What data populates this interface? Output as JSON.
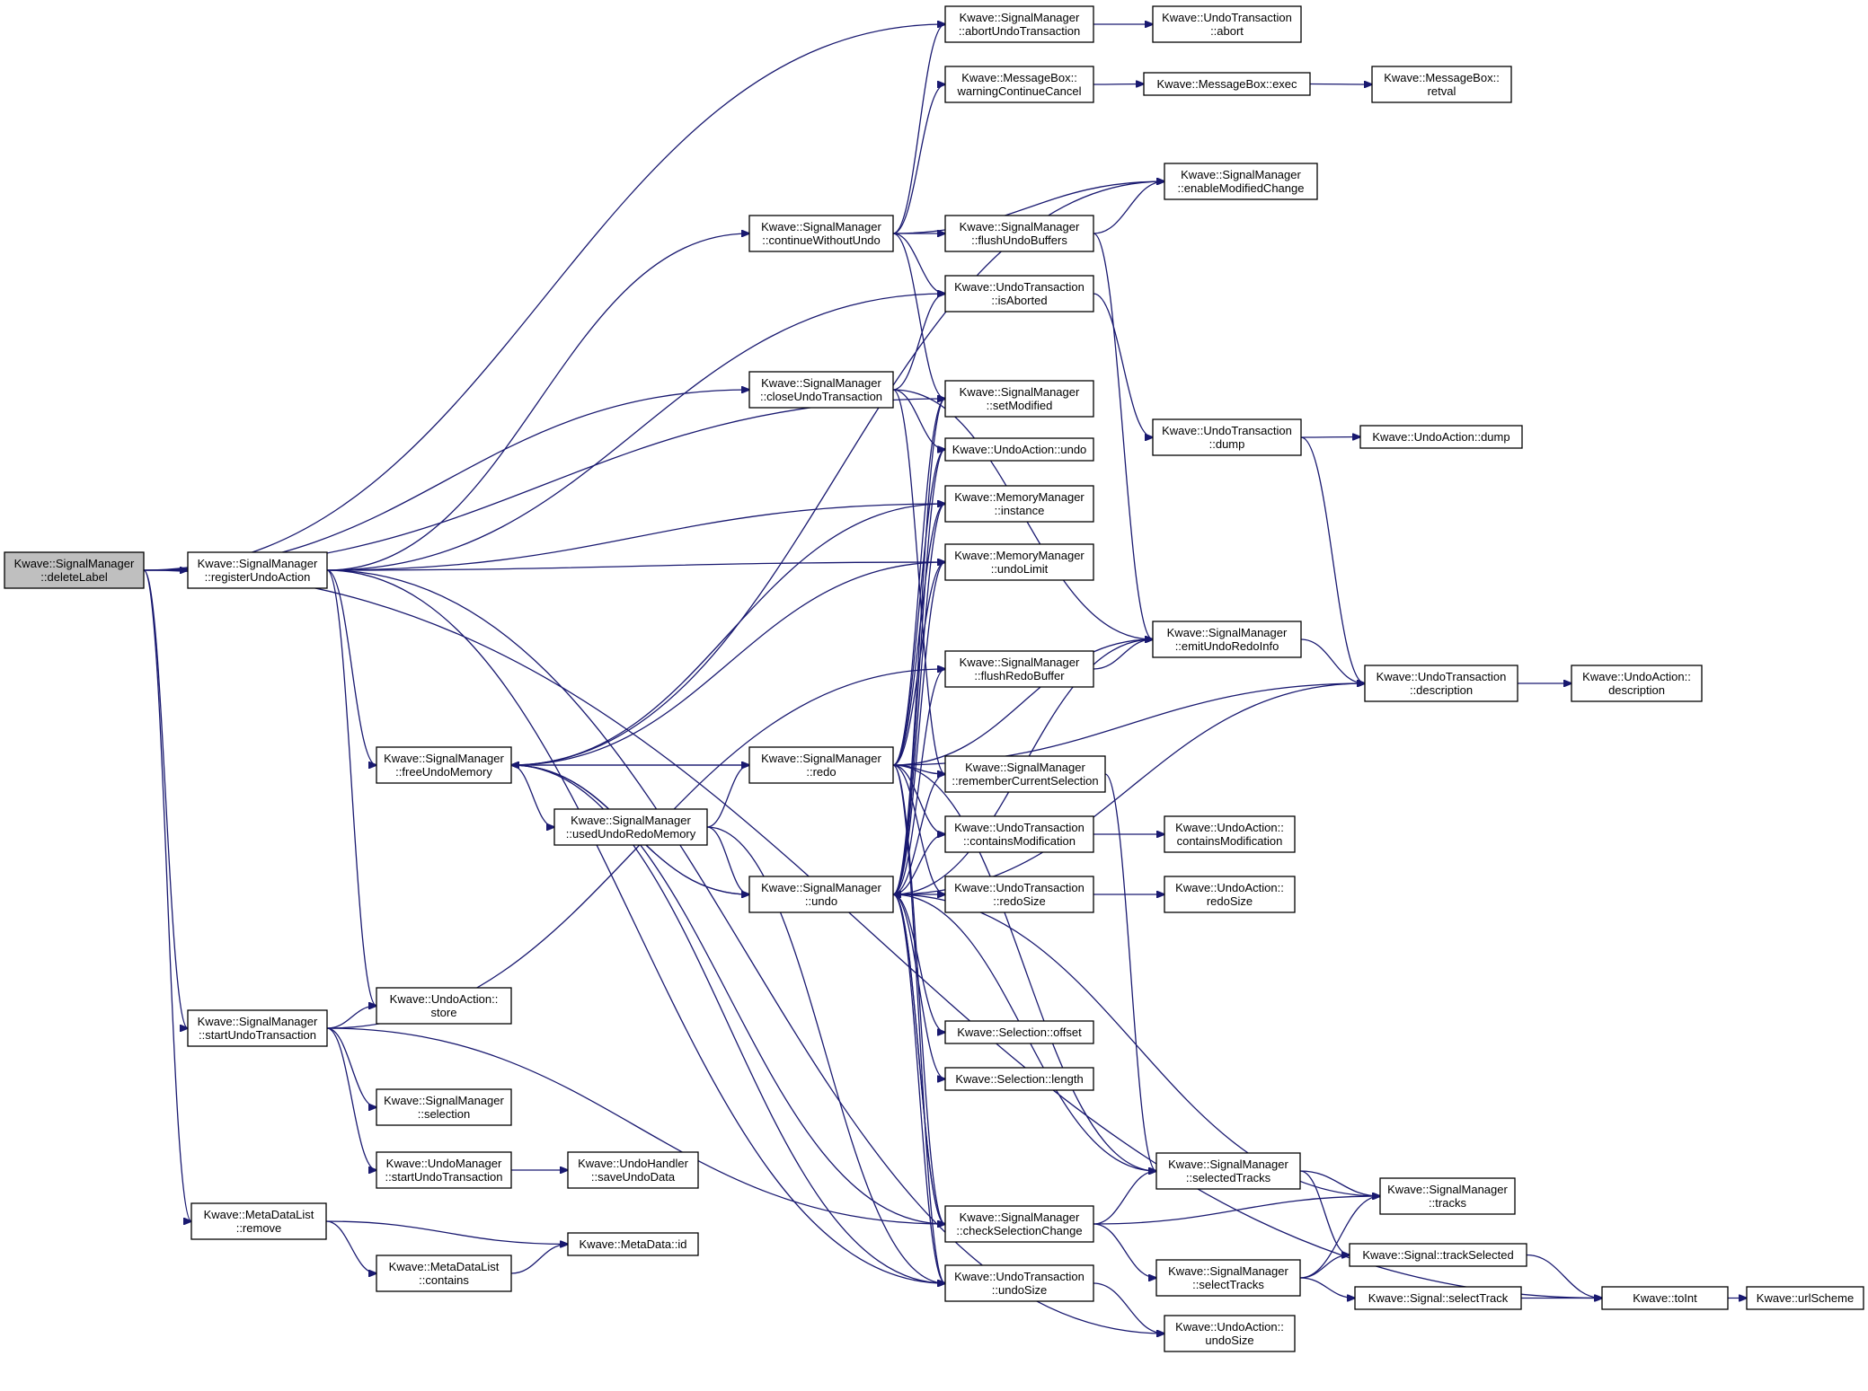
{
  "diagram": {
    "type": "call-graph",
    "nodes": [
      {
        "id": "deleteLabel",
        "lines": [
          "Kwave::SignalManager",
          "::deleteLabel"
        ],
        "root": true
      },
      {
        "id": "registerUndoAction",
        "lines": [
          "Kwave::SignalManager",
          "::registerUndoAction"
        ]
      },
      {
        "id": "startUndoTransaction",
        "lines": [
          "Kwave::SignalManager",
          "::startUndoTransaction"
        ]
      },
      {
        "id": "mdlRemove",
        "lines": [
          "Kwave::MetaDataList",
          "::remove"
        ]
      },
      {
        "id": "freeUndoMemory",
        "lines": [
          "Kwave::SignalManager",
          "::freeUndoMemory"
        ]
      },
      {
        "id": "uaStore",
        "lines": [
          "Kwave::UndoAction::",
          "store"
        ]
      },
      {
        "id": "smSelection",
        "lines": [
          "Kwave::SignalManager",
          "::selection"
        ]
      },
      {
        "id": "umStart",
        "lines": [
          "Kwave::UndoManager",
          "::startUndoTransaction"
        ]
      },
      {
        "id": "mdlContains",
        "lines": [
          "Kwave::MetaDataList",
          "::contains"
        ]
      },
      {
        "id": "usedUndoRedoMemory",
        "lines": [
          "Kwave::SignalManager",
          "::usedUndoRedoMemory"
        ]
      },
      {
        "id": "uhSave",
        "lines": [
          "Kwave::UndoHandler",
          "::saveUndoData"
        ]
      },
      {
        "id": "mdId",
        "lines": [
          "Kwave::MetaData::id"
        ]
      },
      {
        "id": "continueWithoutUndo",
        "lines": [
          "Kwave::SignalManager",
          "::continueWithoutUndo"
        ]
      },
      {
        "id": "closeUndoTransaction",
        "lines": [
          "Kwave::SignalManager",
          "::closeUndoTransaction"
        ]
      },
      {
        "id": "redo",
        "lines": [
          "Kwave::SignalManager",
          "::redo"
        ]
      },
      {
        "id": "undo",
        "lines": [
          "Kwave::SignalManager",
          "::undo"
        ]
      },
      {
        "id": "abortUndoTransaction",
        "lines": [
          "Kwave::SignalManager",
          "::abortUndoTransaction"
        ]
      },
      {
        "id": "warningContinueCancel",
        "lines": [
          "Kwave::MessageBox::",
          "warningContinueCancel"
        ]
      },
      {
        "id": "flushUndoBuffers",
        "lines": [
          "Kwave::SignalManager",
          "::flushUndoBuffers"
        ]
      },
      {
        "id": "utIsAborted",
        "lines": [
          "Kwave::UndoTransaction",
          "::isAborted"
        ]
      },
      {
        "id": "setModified",
        "lines": [
          "Kwave::SignalManager",
          "::setModified"
        ]
      },
      {
        "id": "uaUndo",
        "lines": [
          "Kwave::UndoAction::undo"
        ]
      },
      {
        "id": "mmInstance",
        "lines": [
          "Kwave::MemoryManager",
          "::instance"
        ]
      },
      {
        "id": "mmUndoLimit",
        "lines": [
          "Kwave::MemoryManager",
          "::undoLimit"
        ]
      },
      {
        "id": "flushRedoBuffer",
        "lines": [
          "Kwave::SignalManager",
          "::flushRedoBuffer"
        ]
      },
      {
        "id": "rememberCurrentSelection",
        "lines": [
          "Kwave::SignalManager",
          "::rememberCurrentSelection"
        ]
      },
      {
        "id": "utContainsMod",
        "lines": [
          "Kwave::UndoTransaction",
          "::containsModification"
        ]
      },
      {
        "id": "utRedoSize",
        "lines": [
          "Kwave::UndoTransaction",
          "::redoSize"
        ]
      },
      {
        "id": "selOffset",
        "lines": [
          "Kwave::Selection::offset"
        ]
      },
      {
        "id": "selLength",
        "lines": [
          "Kwave::Selection::length"
        ]
      },
      {
        "id": "checkSelectionChange",
        "lines": [
          "Kwave::SignalManager",
          "::checkSelectionChange"
        ]
      },
      {
        "id": "utUndoSize",
        "lines": [
          "Kwave::UndoTransaction",
          "::undoSize"
        ]
      },
      {
        "id": "utAbort",
        "lines": [
          "Kwave::UndoTransaction",
          "::abort"
        ]
      },
      {
        "id": "mbExec",
        "lines": [
          "Kwave::MessageBox::exec"
        ]
      },
      {
        "id": "enableModifiedChange",
        "lines": [
          "Kwave::SignalManager",
          "::enableModifiedChange"
        ]
      },
      {
        "id": "utDump",
        "lines": [
          "Kwave::UndoTransaction",
          "::dump"
        ]
      },
      {
        "id": "emitUndoRedoInfo",
        "lines": [
          "Kwave::SignalManager",
          "::emitUndoRedoInfo"
        ]
      },
      {
        "id": "uaContainsMod",
        "lines": [
          "Kwave::UndoAction::",
          "containsModification"
        ]
      },
      {
        "id": "uaRedoSize",
        "lines": [
          "Kwave::UndoAction::",
          "redoSize"
        ]
      },
      {
        "id": "selectedTracks",
        "lines": [
          "Kwave::SignalManager",
          "::selectedTracks"
        ]
      },
      {
        "id": "selectTracks",
        "lines": [
          "Kwave::SignalManager",
          "::selectTracks"
        ]
      },
      {
        "id": "uaUndoSize",
        "lines": [
          "Kwave::UndoAction::",
          "undoSize"
        ]
      },
      {
        "id": "mbRetval",
        "lines": [
          "Kwave::MessageBox::",
          "retval"
        ]
      },
      {
        "id": "uaDump",
        "lines": [
          "Kwave::UndoAction::dump"
        ]
      },
      {
        "id": "utDescription",
        "lines": [
          "Kwave::UndoTransaction",
          "::description"
        ]
      },
      {
        "id": "smTracks",
        "lines": [
          "Kwave::SignalManager",
          "::tracks"
        ]
      },
      {
        "id": "sigTrackSelected",
        "lines": [
          "Kwave::Signal::trackSelected"
        ]
      },
      {
        "id": "sigSelectTrack",
        "lines": [
          "Kwave::Signal::selectTrack"
        ]
      },
      {
        "id": "uaDescription",
        "lines": [
          "Kwave::UndoAction::",
          "description"
        ]
      },
      {
        "id": "toInt",
        "lines": [
          "Kwave::toInt"
        ]
      },
      {
        "id": "urlScheme",
        "lines": [
          "Kwave::urlScheme"
        ]
      }
    ],
    "edges": [
      [
        "deleteLabel",
        "abortUndoTransaction"
      ],
      [
        "deleteLabel",
        "closeUndoTransaction"
      ],
      [
        "deleteLabel",
        "setModified"
      ],
      [
        "deleteLabel",
        "registerUndoAction"
      ],
      [
        "deleteLabel",
        "startUndoTransaction"
      ],
      [
        "deleteLabel",
        "mdlRemove"
      ],
      [
        "deleteLabel",
        "toInt"
      ],
      [
        "registerUndoAction",
        "continueWithoutUndo"
      ],
      [
        "registerUndoAction",
        "utIsAborted"
      ],
      [
        "registerUndoAction",
        "mmInstance"
      ],
      [
        "registerUndoAction",
        "mmUndoLimit"
      ],
      [
        "registerUndoAction",
        "freeUndoMemory"
      ],
      [
        "registerUndoAction",
        "uaStore"
      ],
      [
        "registerUndoAction",
        "uaUndoSize"
      ],
      [
        "registerUndoAction",
        "utUndoSize"
      ],
      [
        "startUndoTransaction",
        "flushRedoBuffer"
      ],
      [
        "startUndoTransaction",
        "uaStore"
      ],
      [
        "startUndoTransaction",
        "smSelection"
      ],
      [
        "startUndoTransaction",
        "umStart"
      ],
      [
        "startUndoTransaction",
        "checkSelectionChange"
      ],
      [
        "mdlRemove",
        "mdId"
      ],
      [
        "mdlRemove",
        "mdlContains"
      ],
      [
        "mdlContains",
        "mdId"
      ],
      [
        "umStart",
        "uhSave"
      ],
      [
        "freeUndoMemory",
        "enableModifiedChange"
      ],
      [
        "freeUndoMemory",
        "mmInstance"
      ],
      [
        "freeUndoMemory",
        "mmUndoLimit"
      ],
      [
        "freeUndoMemory",
        "redo"
      ],
      [
        "freeUndoMemory",
        "usedUndoRedoMemory"
      ],
      [
        "freeUndoMemory",
        "undo"
      ],
      [
        "freeUndoMemory",
        "checkSelectionChange"
      ],
      [
        "freeUndoMemory",
        "utUndoSize"
      ],
      [
        "usedUndoRedoMemory",
        "redo"
      ],
      [
        "usedUndoRedoMemory",
        "undo"
      ],
      [
        "usedUndoRedoMemory",
        "utUndoSize"
      ],
      [
        "continueWithoutUndo",
        "abortUndoTransaction"
      ],
      [
        "continueWithoutUndo",
        "warningContinueCancel"
      ],
      [
        "continueWithoutUndo",
        "enableModifiedChange"
      ],
      [
        "continueWithoutUndo",
        "flushUndoBuffers"
      ],
      [
        "continueWithoutUndo",
        "utIsAborted"
      ],
      [
        "continueWithoutUndo",
        "setModified"
      ],
      [
        "closeUndoTransaction",
        "utIsAborted"
      ],
      [
        "closeUndoTransaction",
        "emitUndoRedoInfo"
      ],
      [
        "closeUndoTransaction",
        "uaUndo"
      ],
      [
        "closeUndoTransaction",
        "rememberCurrentSelection"
      ],
      [
        "redo",
        "freeUndoMemory"
      ],
      [
        "redo",
        "setModified"
      ],
      [
        "redo",
        "uaUndo"
      ],
      [
        "redo",
        "mmInstance"
      ],
      [
        "redo",
        "mmUndoLimit"
      ],
      [
        "redo",
        "emitUndoRedoInfo"
      ],
      [
        "redo",
        "utDescription"
      ],
      [
        "redo",
        "rememberCurrentSelection"
      ],
      [
        "redo",
        "utContainsMod"
      ],
      [
        "redo",
        "utRedoSize"
      ],
      [
        "redo",
        "checkSelectionChange"
      ],
      [
        "redo",
        "utUndoSize"
      ],
      [
        "redo",
        "selectedTracks"
      ],
      [
        "undo",
        "freeUndoMemory"
      ],
      [
        "undo",
        "setModified"
      ],
      [
        "undo",
        "uaUndo"
      ],
      [
        "undo",
        "mmInstance"
      ],
      [
        "undo",
        "mmUndoLimit"
      ],
      [
        "undo",
        "flushRedoBuffer"
      ],
      [
        "undo",
        "emitUndoRedoInfo"
      ],
      [
        "undo",
        "utDescription"
      ],
      [
        "undo",
        "rememberCurrentSelection"
      ],
      [
        "undo",
        "utContainsMod"
      ],
      [
        "undo",
        "utRedoSize"
      ],
      [
        "undo",
        "selOffset"
      ],
      [
        "undo",
        "selLength"
      ],
      [
        "undo",
        "checkSelectionChange"
      ],
      [
        "undo",
        "utUndoSize"
      ],
      [
        "undo",
        "selectedTracks"
      ],
      [
        "undo",
        "smTracks"
      ],
      [
        "abortUndoTransaction",
        "utAbort"
      ],
      [
        "warningContinueCancel",
        "mbExec"
      ],
      [
        "mbExec",
        "mbRetval"
      ],
      [
        "flushUndoBuffers",
        "enableModifiedChange"
      ],
      [
        "flushUndoBuffers",
        "emitUndoRedoInfo"
      ],
      [
        "utIsAborted",
        "utDump"
      ],
      [
        "utDump",
        "uaDump"
      ],
      [
        "utDump",
        "utDescription"
      ],
      [
        "flushRedoBuffer",
        "emitUndoRedoInfo"
      ],
      [
        "emitUndoRedoInfo",
        "utDescription"
      ],
      [
        "utDescription",
        "uaDescription"
      ],
      [
        "rememberCurrentSelection",
        "selectedTracks"
      ],
      [
        "utContainsMod",
        "uaContainsMod"
      ],
      [
        "utRedoSize",
        "uaRedoSize"
      ],
      [
        "utUndoSize",
        "uaUndoSize"
      ],
      [
        "checkSelectionChange",
        "selectedTracks"
      ],
      [
        "checkSelectionChange",
        "smTracks"
      ],
      [
        "checkSelectionChange",
        "selectTracks"
      ],
      [
        "checkSelectionChange",
        "undo"
      ],
      [
        "selectedTracks",
        "smTracks"
      ],
      [
        "selectedTracks",
        "sigTrackSelected"
      ],
      [
        "selectTracks",
        "smTracks"
      ],
      [
        "selectTracks",
        "sigTrackSelected"
      ],
      [
        "selectTracks",
        "sigSelectTrack"
      ],
      [
        "sigTrackSelected",
        "toInt"
      ],
      [
        "sigSelectTrack",
        "toInt"
      ],
      [
        "toInt",
        "urlScheme"
      ]
    ]
  }
}
